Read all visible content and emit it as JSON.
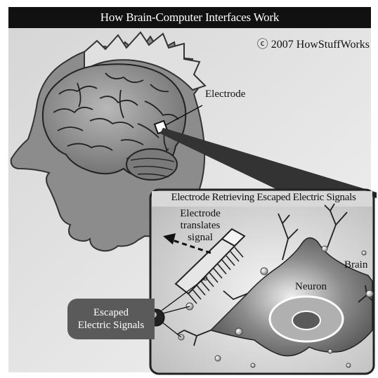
{
  "title": "How Brain-Computer Interfaces Work",
  "copyright": "ⓒ 2007 HowStuffWorks",
  "labels": {
    "electrode": "Electrode",
    "inset_title": "Electrode Retrieving Escaped Electric Signals",
    "translates": [
      "Electrode",
      "translates",
      "signal"
    ],
    "brain": "Brain",
    "neuron": "Neuron",
    "escaped": [
      "Escaped",
      "Electric Signals"
    ]
  }
}
